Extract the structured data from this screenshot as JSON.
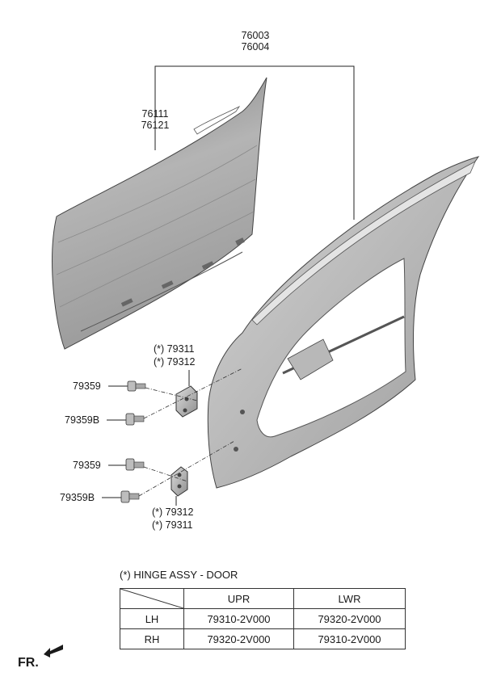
{
  "callouts": {
    "door_assy_upper": "76003",
    "door_assy_lower": "76004",
    "outer_panel_upper": "76111",
    "outer_panel_lower": "76121",
    "upper_hinge_a": "(*) 79311",
    "upper_hinge_b": "(*) 79312",
    "upper_bolt_a": "79359",
    "upper_bolt_b": "79359B",
    "lower_bolt_a": "79359",
    "lower_bolt_b": "79359B",
    "lower_hinge_a": "(*) 79312",
    "lower_hinge_b": "(*) 79311"
  },
  "hinge_note": "(*) HINGE ASSY - DOOR",
  "hinge_table": {
    "headers": [
      "",
      "UPR",
      "LWR"
    ],
    "rows": [
      [
        "LH",
        "79310-2V000",
        "79320-2V000"
      ],
      [
        "RH",
        "79320-2V000",
        "79310-2V000"
      ]
    ]
  },
  "front_indicator": "FR."
}
